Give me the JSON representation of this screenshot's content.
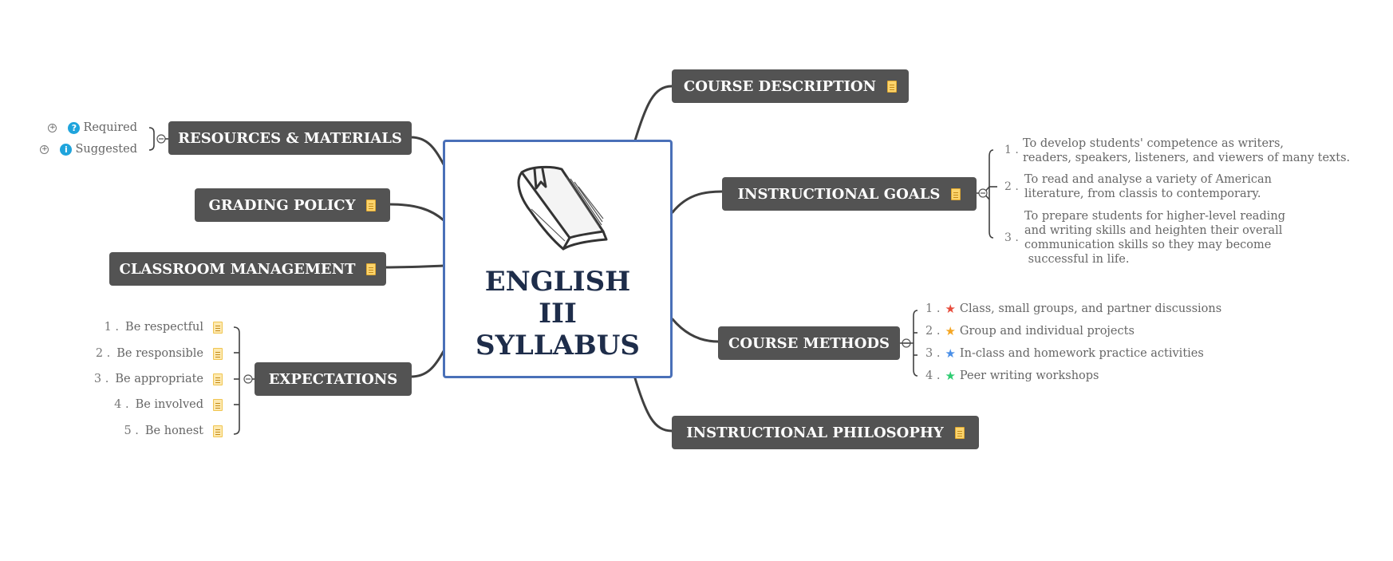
{
  "central": {
    "line1": "ENGLISH",
    "line2": "III",
    "line3": "SYLLABUS",
    "icon": "book-icon"
  },
  "colors": {
    "topic_bg": "#535353",
    "central_border": "#4a70b8",
    "title_color": "#1e2d4a",
    "info_badge": "#1fa4dc"
  },
  "topics": {
    "course_description": "COURSE DESCRIPTION",
    "instructional_goals": "INSTRUCTIONAL GOALS",
    "course_methods": "COURSE METHODS",
    "instructional_philosophy": "INSTRUCTIONAL PHILOSOPHY",
    "resources_materials": "RESOURCES & MATERIALS",
    "grading_policy": "GRADING POLICY",
    "classroom_management": "CLASSROOM MANAGEMENT",
    "expectations": "EXPECTATIONS"
  },
  "resources": [
    {
      "label": "Required",
      "badge": "?"
    },
    {
      "label": "Suggested",
      "badge": "i"
    }
  ],
  "goals": [
    {
      "num": "1 .",
      "line1": "To develop students' competence as writers,",
      "line2": "readers, speakers, listeners, and viewers of many texts."
    },
    {
      "num": "2 .",
      "line1": "To read and analyse a variety of American",
      "line2": "literature, from classis to contemporary."
    },
    {
      "num": "3 .",
      "line1": "To prepare students for higher-level reading",
      "line2": "and writing skills and heighten their overall",
      "line3": "communication skills so they may become",
      "line4": " successful in life."
    }
  ],
  "methods": [
    {
      "num": "1 .",
      "text": "Class, small groups, and partner discussions",
      "star_color": "#e74c3c"
    },
    {
      "num": "2 .",
      "text": "Group and individual projects",
      "star_color": "#f5a623"
    },
    {
      "num": "3 .",
      "text": "In-class and homework practice activities",
      "star_color": "#4a8fe7"
    },
    {
      "num": "4 .",
      "text": "Peer writing workshops",
      "star_color": "#2ecc71"
    }
  ],
  "expectations": [
    {
      "num": "1 .",
      "text": "Be respectful"
    },
    {
      "num": "2 .",
      "text": "Be responsible"
    },
    {
      "num": "3 .",
      "text": "Be appropriate"
    },
    {
      "num": "4 .",
      "text": "Be involved"
    },
    {
      "num": "5 .",
      "text": "Be honest"
    }
  ]
}
